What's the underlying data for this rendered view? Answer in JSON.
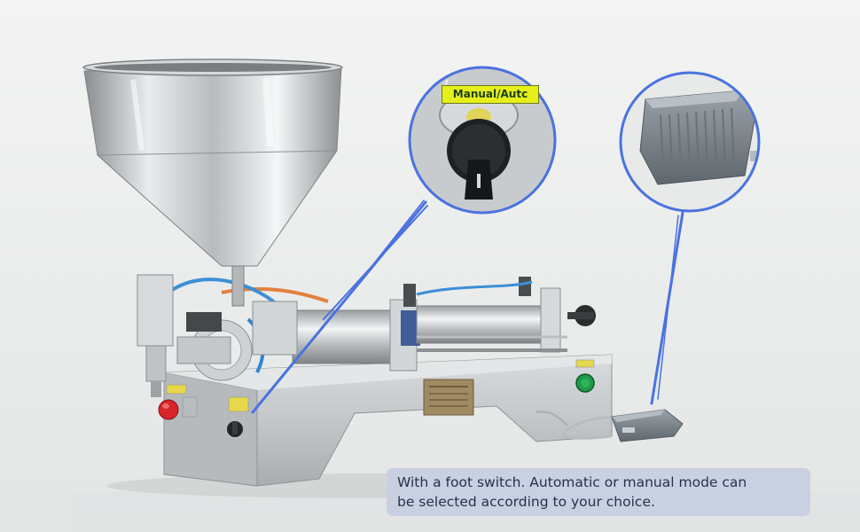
{
  "caption": {
    "text_line1": "With a foot switch. Automatic or manual mode can",
    "text_line2": "be selected according to your choice."
  },
  "zoom_selector": {
    "label": "Manual/Autc"
  },
  "colors": {
    "background": "#eef0ef",
    "steel": "#c9ccce",
    "callout_ring": "#4a72e0",
    "caption_bg": "#c9d0e2",
    "caption_text": "#26324e",
    "label_bg": "#e6ef1a",
    "stop_button": "#d9242a",
    "start_button": "#1f9a48",
    "foot_switch": "#7e8790"
  }
}
